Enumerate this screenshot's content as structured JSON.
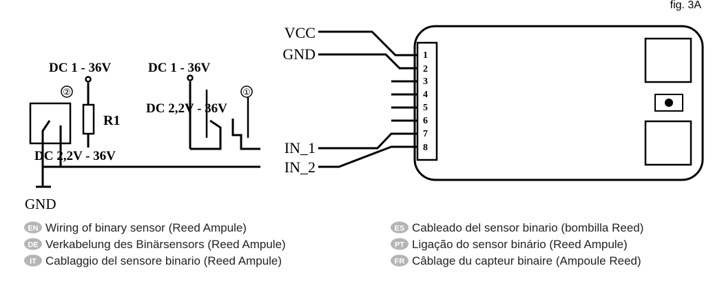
{
  "figure_label": "fig. 3A",
  "module": {
    "pins": [
      "1",
      "2",
      "3",
      "4",
      "5",
      "6",
      "7",
      "8"
    ]
  },
  "signals": {
    "vcc": "VCC",
    "gnd": "GND",
    "in1": "IN_1",
    "in2": "IN_2",
    "ground": "GND"
  },
  "circuit_left": {
    "marker": "②",
    "supply_label": "DC 1 - 36V",
    "resistor_label": "R1",
    "input_voltage_label": "DC 2,2V - 36V"
  },
  "circuit_right": {
    "marker": "①",
    "supply_label": "DC 1 - 36V",
    "input_voltage_label": "DC 2,2V - 36V"
  },
  "languages": [
    {
      "code": "EN",
      "text": "Wiring of binary sensor (Reed Ampule)"
    },
    {
      "code": "DE",
      "text": "Verkabelung des Binärsensors (Reed Ampule)"
    },
    {
      "code": "IT",
      "text": "Cablaggio del sensore binario (Reed Ampule)"
    },
    {
      "code": "ES",
      "text": "Cableado del sensor binario (bombilla Reed)"
    },
    {
      "code": "PT",
      "text": "Ligação do sensor binário (Reed Ampule)"
    },
    {
      "code": "FR",
      "text": "Câblage du capteur binaire (Ampoule Reed)"
    }
  ],
  "colors": {
    "line": "#000000",
    "badge": "#b5b5b5",
    "caption": "#222222"
  }
}
